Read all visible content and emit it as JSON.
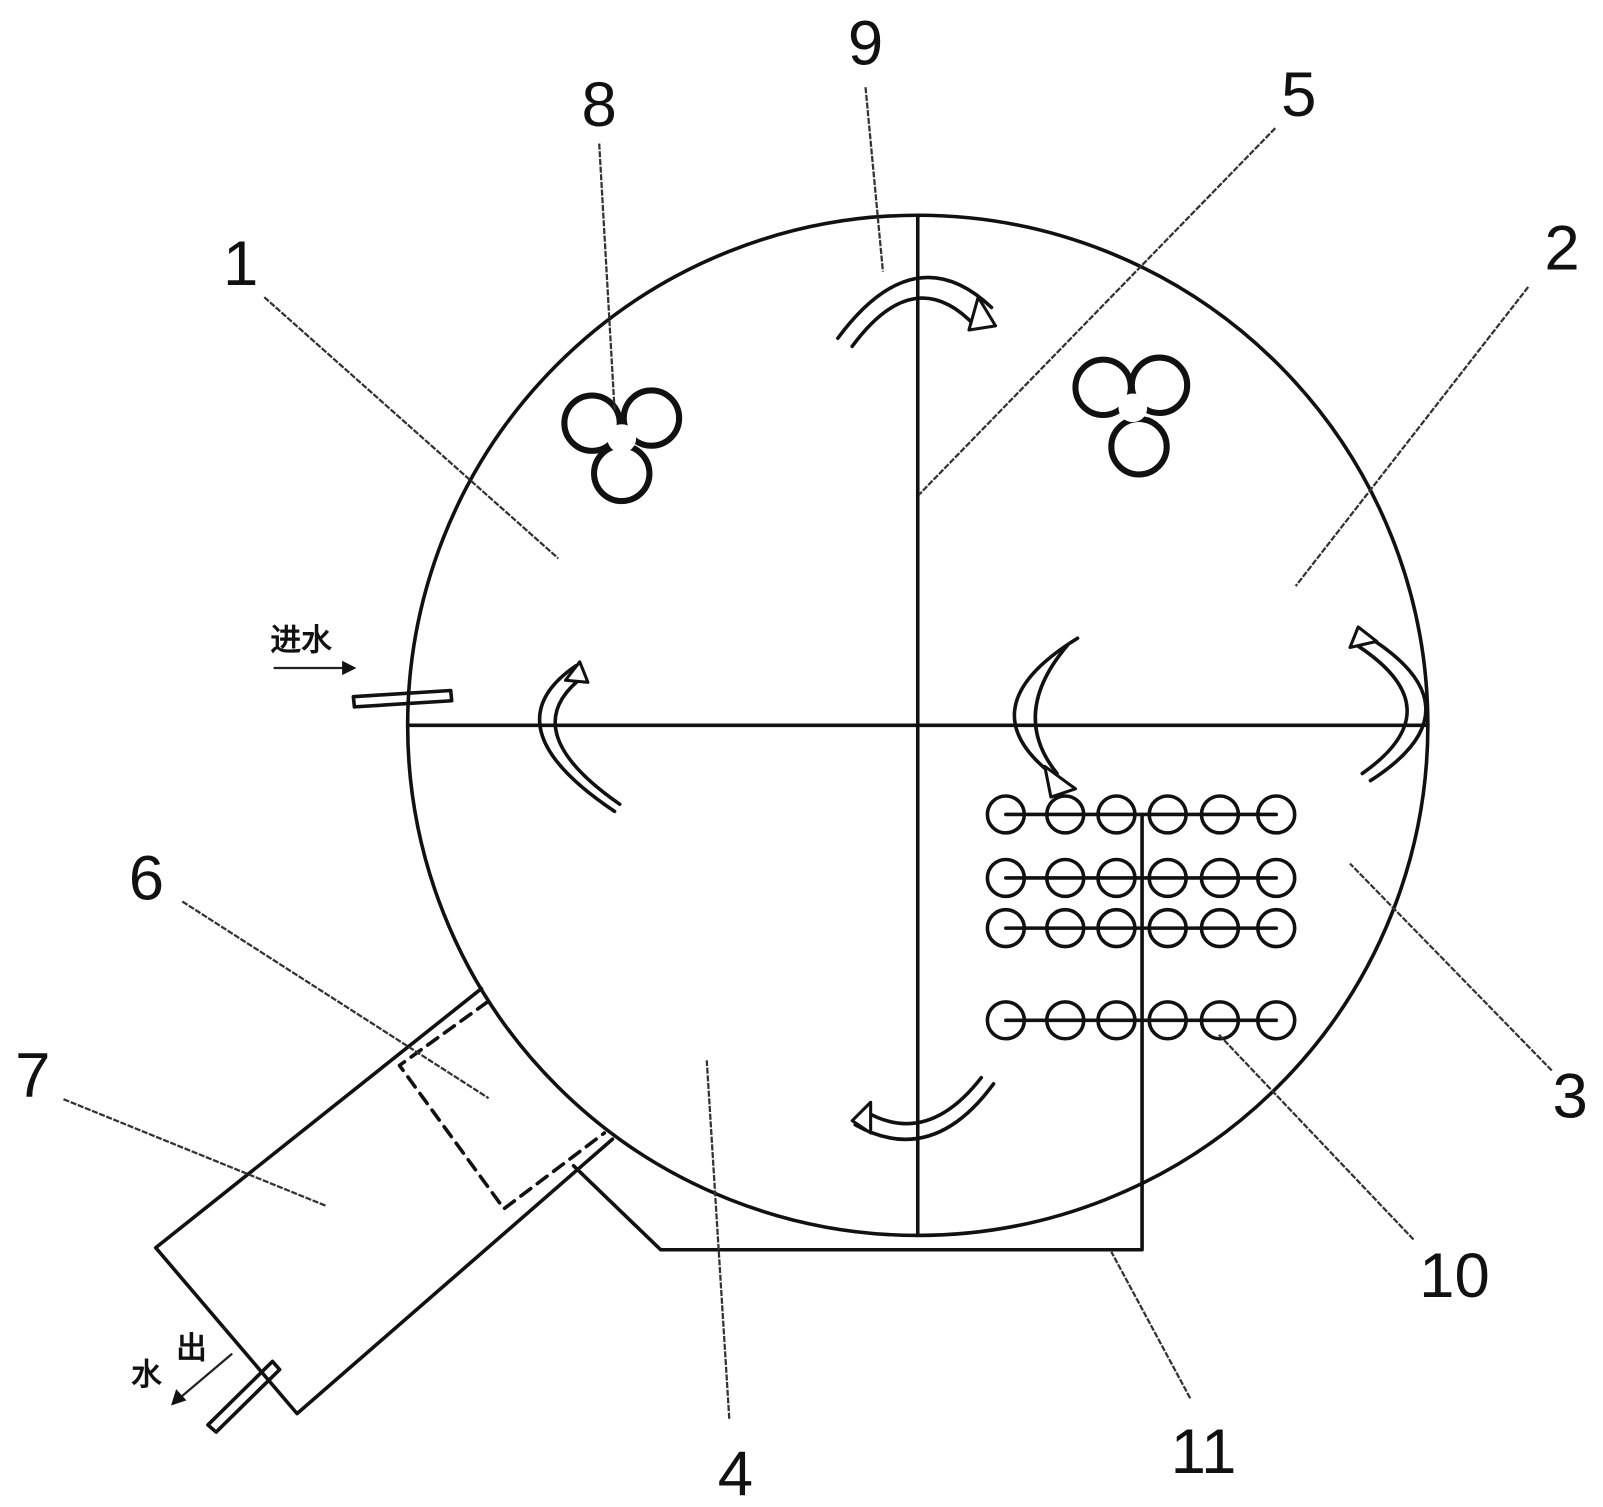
{
  "labels": {
    "n1": "1",
    "n2": "2",
    "n3": "3",
    "n4": "4",
    "n5": "5",
    "n6": "6",
    "n7": "7",
    "n8": "8",
    "n9": "9",
    "n10": "10",
    "n11": "11"
  },
  "inlet": "进水",
  "outlet": [
    "出",
    "水"
  ]
}
